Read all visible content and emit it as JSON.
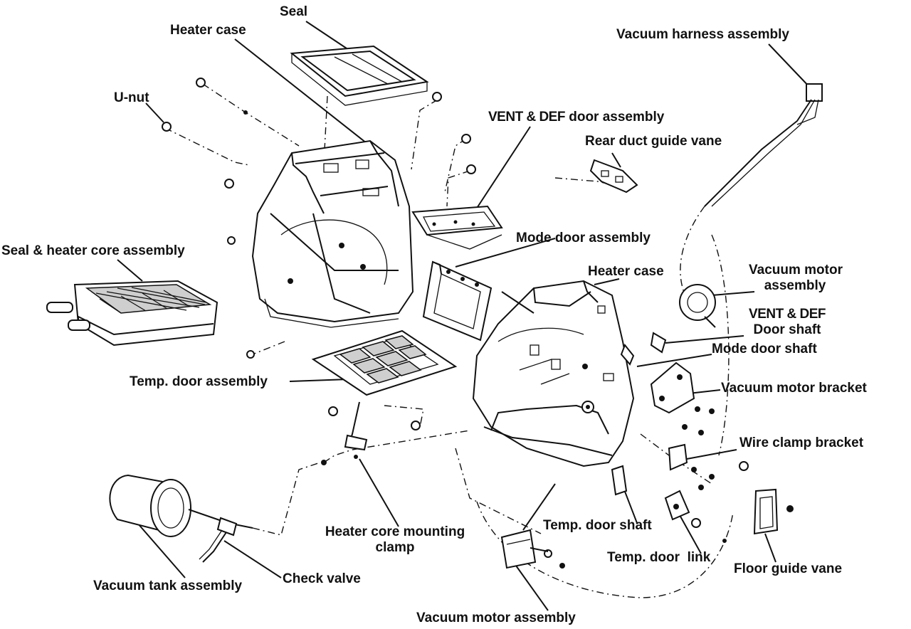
{
  "labels": {
    "seal": "Seal",
    "heater_case_top": "Heater case",
    "u_nut": "U-nut",
    "vent_def_door_assembly_emph": "VENT & DEF",
    "vent_def_door_assembly_rest": " door assembly",
    "rear_duct_guide_vane": "Rear duct guide vane",
    "vacuum_harness_assembly": "Vacuum harness assembly",
    "seal_heater_core_assembly": "Seal & heater core assembly",
    "mode_door_assembly": "Mode door assembly",
    "heater_case_right": "Heater case",
    "vacuum_motor_assembly_right_1": "Vacuum motor",
    "vacuum_motor_assembly_right_2": "assembly",
    "vent_def_door_shaft_emph": "VENT & DEF",
    "vent_def_door_shaft_rest": "Door shaft",
    "mode_door_shaft": "Mode door shaft",
    "vacuum_motor_bracket": "Vacuum motor bracket",
    "temp_door_assembly": "Temp. door assembly",
    "wire_clamp_bracket": "Wire clamp bracket",
    "heater_core_mounting_clamp_1": "Heater core mounting",
    "heater_core_mounting_clamp_2": "clamp",
    "temp_door_shaft": "Temp. door shaft",
    "temp_door_link": "Temp. door  link",
    "floor_guide_vane": "Floor guide vane",
    "check_valve": "Check valve",
    "vacuum_tank_assembly": "Vacuum tank assembly",
    "vacuum_motor_assembly_bottom": "Vacuum motor assembly"
  }
}
